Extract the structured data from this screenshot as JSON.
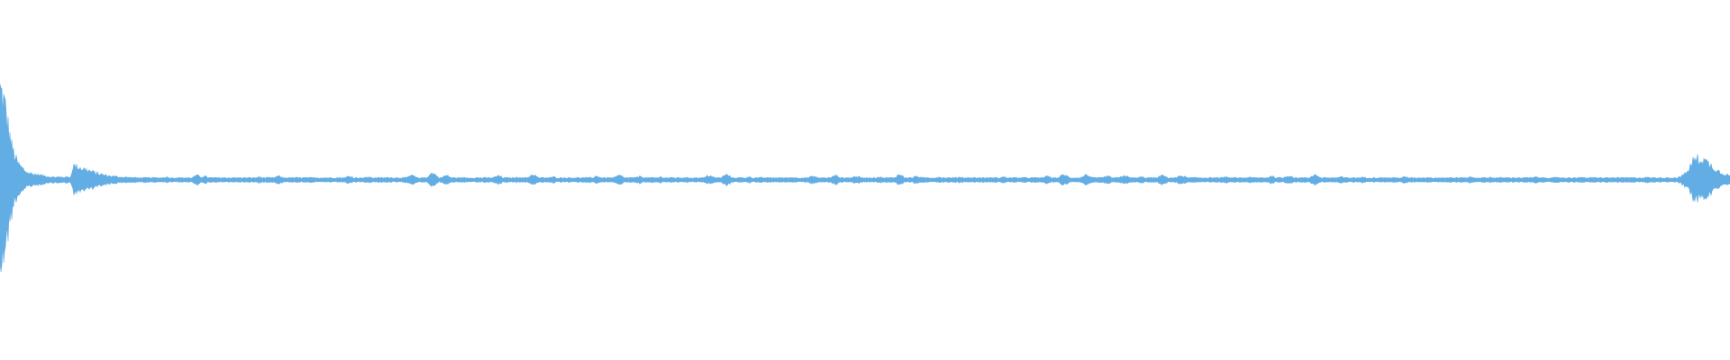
{
  "waveform": {
    "color": "#62ade3",
    "background": "#ffffff",
    "amplitude_profile": [
      {
        "t": 0.0,
        "a": 0.63
      },
      {
        "t": 0.0015,
        "a": 0.58
      },
      {
        "t": 0.003,
        "a": 0.5
      },
      {
        "t": 0.005,
        "a": 0.35
      },
      {
        "t": 0.007,
        "a": 0.22
      },
      {
        "t": 0.01,
        "a": 0.12
      },
      {
        "t": 0.013,
        "a": 0.08
      },
      {
        "t": 0.016,
        "a": 0.05
      },
      {
        "t": 0.02,
        "a": 0.04
      },
      {
        "t": 0.025,
        "a": 0.03
      },
      {
        "t": 0.03,
        "a": 0.02
      },
      {
        "t": 0.036,
        "a": 0.02
      },
      {
        "t": 0.041,
        "a": 0.02
      },
      {
        "t": 0.042,
        "a": 0.1
      },
      {
        "t": 0.045,
        "a": 0.09
      },
      {
        "t": 0.05,
        "a": 0.07
      },
      {
        "t": 0.055,
        "a": 0.05
      },
      {
        "t": 0.058,
        "a": 0.04
      },
      {
        "t": 0.062,
        "a": 0.03
      },
      {
        "t": 0.07,
        "a": 0.02
      },
      {
        "t": 0.08,
        "a": 0.015
      },
      {
        "t": 0.97,
        "a": 0.015
      },
      {
        "t": 0.975,
        "a": 0.05
      },
      {
        "t": 0.979,
        "a": 0.14
      },
      {
        "t": 0.983,
        "a": 0.15
      },
      {
        "t": 0.987,
        "a": 0.12
      },
      {
        "t": 0.991,
        "a": 0.08
      },
      {
        "t": 0.995,
        "a": 0.05
      },
      {
        "t": 1.0,
        "a": 0.03
      }
    ],
    "bursts": [
      {
        "t": 0.09,
        "a": 0.015
      },
      {
        "t": 0.096,
        "a": 0.02
      },
      {
        "t": 0.102,
        "a": 0.012
      },
      {
        "t": 0.114,
        "a": 0.03
      },
      {
        "t": 0.118,
        "a": 0.025
      },
      {
        "t": 0.123,
        "a": 0.015
      },
      {
        "t": 0.145,
        "a": 0.012
      },
      {
        "t": 0.15,
        "a": 0.02
      },
      {
        "t": 0.161,
        "a": 0.025
      },
      {
        "t": 0.175,
        "a": 0.015
      },
      {
        "t": 0.192,
        "a": 0.012
      },
      {
        "t": 0.202,
        "a": 0.025
      },
      {
        "t": 0.213,
        "a": 0.02
      },
      {
        "t": 0.225,
        "a": 0.018
      },
      {
        "t": 0.238,
        "a": 0.03
      },
      {
        "t": 0.25,
        "a": 0.045
      },
      {
        "t": 0.258,
        "a": 0.03
      },
      {
        "t": 0.272,
        "a": 0.015
      },
      {
        "t": 0.288,
        "a": 0.028
      },
      {
        "t": 0.3,
        "a": 0.02
      },
      {
        "t": 0.308,
        "a": 0.035
      },
      {
        "t": 0.32,
        "a": 0.02
      },
      {
        "t": 0.33,
        "a": 0.015
      },
      {
        "t": 0.345,
        "a": 0.025
      },
      {
        "t": 0.358,
        "a": 0.03
      },
      {
        "t": 0.37,
        "a": 0.025
      },
      {
        "t": 0.382,
        "a": 0.02
      },
      {
        "t": 0.395,
        "a": 0.015
      },
      {
        "t": 0.41,
        "a": 0.03
      },
      {
        "t": 0.42,
        "a": 0.035
      },
      {
        "t": 0.433,
        "a": 0.02
      },
      {
        "t": 0.445,
        "a": 0.015
      },
      {
        "t": 0.458,
        "a": 0.018
      },
      {
        "t": 0.47,
        "a": 0.025
      },
      {
        "t": 0.483,
        "a": 0.03
      },
      {
        "t": 0.495,
        "a": 0.025
      },
      {
        "t": 0.508,
        "a": 0.02
      },
      {
        "t": 0.52,
        "a": 0.035
      },
      {
        "t": 0.53,
        "a": 0.025
      },
      {
        "t": 0.543,
        "a": 0.02
      },
      {
        "t": 0.555,
        "a": 0.02
      },
      {
        "t": 0.568,
        "a": 0.015
      },
      {
        "t": 0.58,
        "a": 0.02
      },
      {
        "t": 0.593,
        "a": 0.015
      },
      {
        "t": 0.605,
        "a": 0.025
      },
      {
        "t": 0.615,
        "a": 0.035
      },
      {
        "t": 0.628,
        "a": 0.035
      },
      {
        "t": 0.64,
        "a": 0.025
      },
      {
        "t": 0.65,
        "a": 0.03
      },
      {
        "t": 0.66,
        "a": 0.02
      },
      {
        "t": 0.672,
        "a": 0.03
      },
      {
        "t": 0.683,
        "a": 0.03
      },
      {
        "t": 0.695,
        "a": 0.015
      },
      {
        "t": 0.708,
        "a": 0.02
      },
      {
        "t": 0.722,
        "a": 0.018
      },
      {
        "t": 0.735,
        "a": 0.025
      },
      {
        "t": 0.745,
        "a": 0.03
      },
      {
        "t": 0.76,
        "a": 0.035
      },
      {
        "t": 0.775,
        "a": 0.02
      },
      {
        "t": 0.788,
        "a": 0.018
      },
      {
        "t": 0.8,
        "a": 0.015
      },
      {
        "t": 0.812,
        "a": 0.02
      },
      {
        "t": 0.825,
        "a": 0.018
      },
      {
        "t": 0.838,
        "a": 0.015
      },
      {
        "t": 0.85,
        "a": 0.02
      },
      {
        "t": 0.862,
        "a": 0.018
      },
      {
        "t": 0.875,
        "a": 0.015
      },
      {
        "t": 0.888,
        "a": 0.02
      },
      {
        "t": 0.9,
        "a": 0.015
      },
      {
        "t": 0.912,
        "a": 0.018
      },
      {
        "t": 0.925,
        "a": 0.015
      },
      {
        "t": 0.94,
        "a": 0.012
      },
      {
        "t": 0.952,
        "a": 0.018
      },
      {
        "t": 0.962,
        "a": 0.012
      }
    ]
  }
}
